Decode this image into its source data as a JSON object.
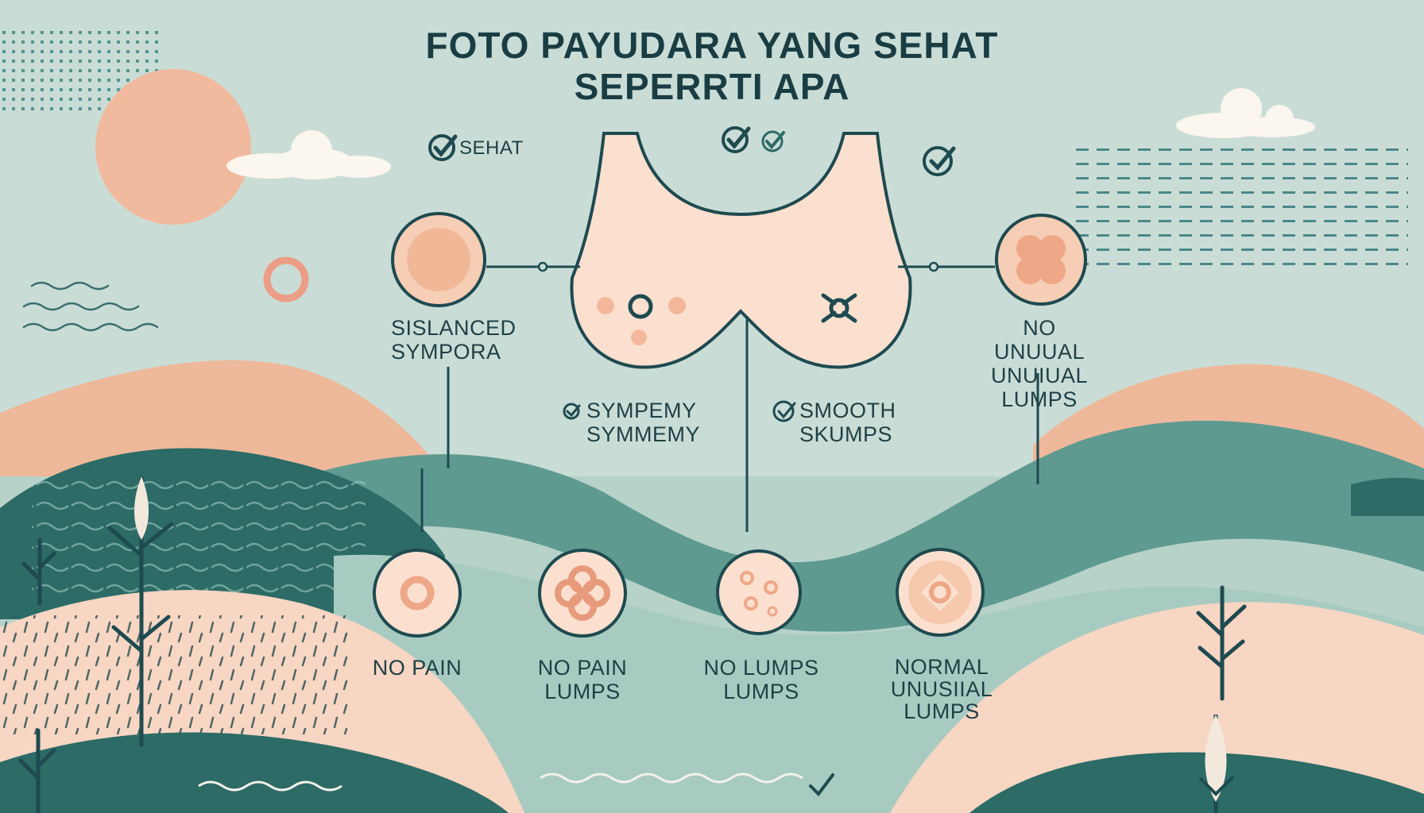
{
  "title": {
    "line1": "FOTO PAYUDARA YANG SEHAT",
    "line2": "SEPERRTI APA"
  },
  "top_badge": "SEHAT",
  "labels": {
    "left": [
      "SISLANCED",
      "SYMPORA"
    ],
    "right": [
      "NO UNUUAL",
      "UNUIUAL",
      "LUMPS"
    ],
    "symmetry": [
      "SYMPEMY",
      "SYMMEMY"
    ],
    "smooth": [
      "SMOOTH",
      "SKUMPS"
    ],
    "bottom": [
      [
        "NO PAIN"
      ],
      [
        "NO PAIN",
        "LUMPS"
      ],
      [
        "NO LUMPS",
        "LUMPS"
      ],
      [
        "NORMAL",
        "UNUSIIAL",
        "LUMPS"
      ]
    ]
  },
  "colors": {
    "background": "#c9ddd6",
    "peach": "#eeb89a",
    "skin": "#f9dccb",
    "dark_teal": "#2c6b66",
    "teal": "#5f9a90",
    "outline": "#1e4a50",
    "cloud": "#fbf6ee"
  },
  "icons": [
    "check-circle-icon",
    "sun-icon",
    "cloud-icon",
    "tree-icon",
    "lump-icon"
  ]
}
